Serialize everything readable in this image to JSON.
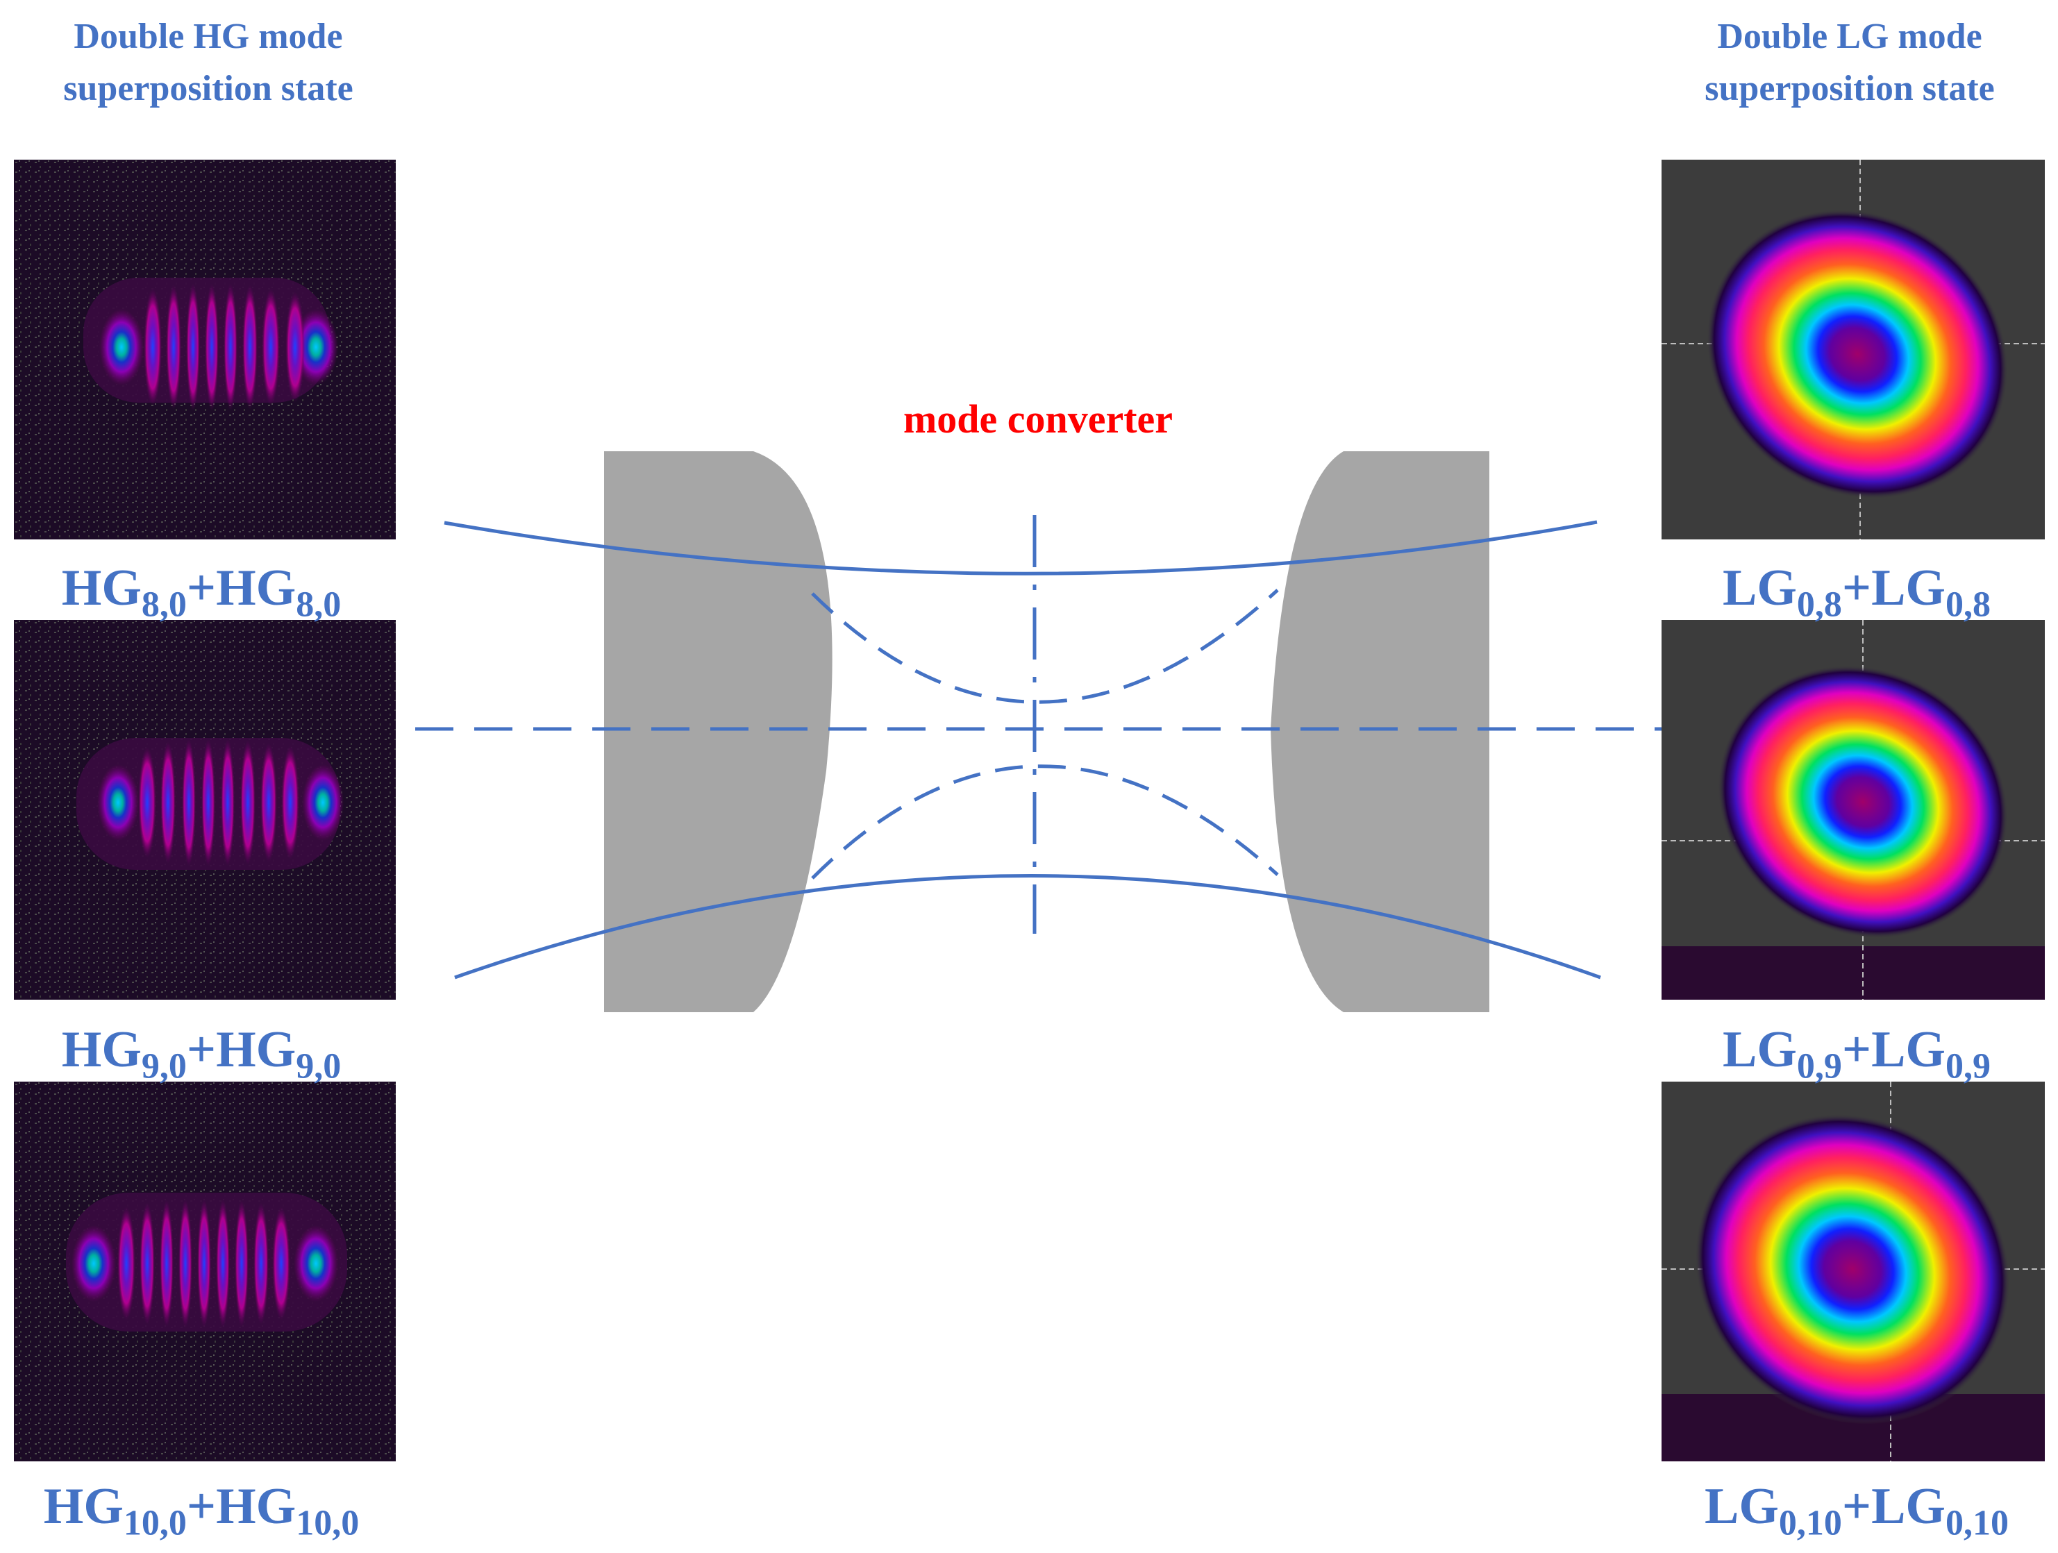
{
  "headings": {
    "left": [
      "Double HG mode",
      "superposition state"
    ],
    "right": [
      "Double LG mode",
      "superposition state"
    ]
  },
  "converter": {
    "label": "mode converter",
    "beam_color": "#4472c4",
    "lens_color": "#a6a6a6",
    "label_color": "#ff0000"
  },
  "hg_modes": [
    {
      "name": "HG",
      "sub": "8,0",
      "plus": "+"
    },
    {
      "name": "HG",
      "sub": "9,0",
      "plus": "+"
    },
    {
      "name": "HG",
      "sub": "10,0",
      "plus": "+"
    }
  ],
  "lg_modes": [
    {
      "name": "LG",
      "sub": "0,8",
      "plus": "+"
    },
    {
      "name": "LG",
      "sub": "0,9",
      "plus": "+"
    },
    {
      "name": "LG",
      "sub": "0,10",
      "plus": "+"
    }
  ],
  "colors": {
    "label_blue": "#4472c4",
    "hg_background": "#1c0b26",
    "lg_background": "#3c3c3c"
  }
}
